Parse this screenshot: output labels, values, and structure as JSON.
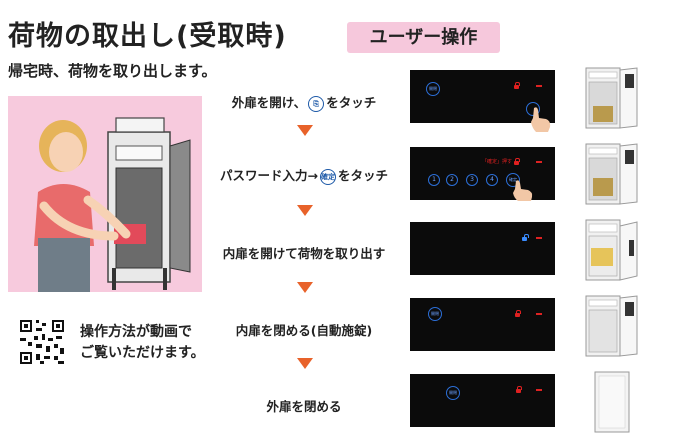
{
  "header": {
    "title": "荷物の取出し(受取時)",
    "tag": "ユーザー操作",
    "subtitle": "帰宅時、荷物を取り出します。"
  },
  "video": {
    "line1": "操作方法が動画で",
    "line2": "ご覧いただけます。"
  },
  "steps": [
    {
      "pre": "外扉を開け、",
      "icon": "",
      "post": "をタッチ"
    },
    {
      "pre": "パスワード入力→",
      "icon": "確定",
      "post": "をタッチ"
    },
    {
      "pre": "内扉を開けて荷物を取り出す",
      "icon": "",
      "post": ""
    },
    {
      "pre": "内扉を閉める(自動施錠)",
      "icon": "",
      "post": ""
    },
    {
      "pre": "外扉を閉める",
      "icon": "",
      "post": ""
    }
  ],
  "panels": {
    "btn_label": "開閉",
    "confirm": "確定",
    "confirm_tag": "「確定」押す",
    "keys": [
      "1",
      "2",
      "3",
      "4"
    ]
  },
  "colors": {
    "pink": "#f7cadd",
    "tag_pink": "#f6c8dc",
    "arrow": "#e8622a",
    "panel": "#0b0b0b",
    "led_blue": "#2c6fd8",
    "led_red": "#e02020"
  }
}
